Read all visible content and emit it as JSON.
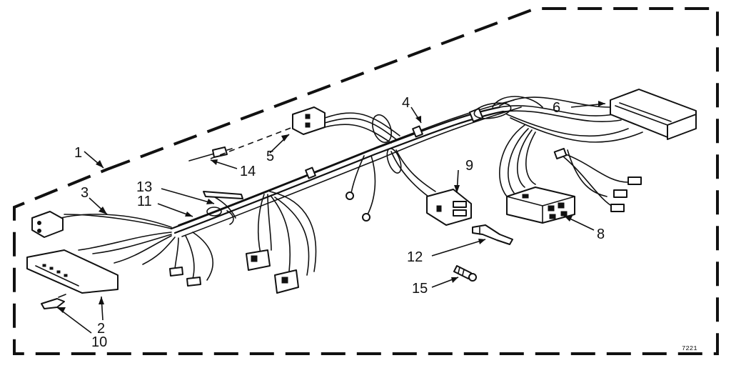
{
  "callouts": {
    "c1": "1",
    "c2": "2",
    "c3": "3",
    "c4": "4",
    "c5": "5",
    "c6": "6",
    "c8": "8",
    "c9": "9",
    "c10": "10",
    "c11": "11",
    "c12": "12",
    "c13": "13",
    "c14": "14",
    "c15": "15"
  },
  "figure_code": "7221",
  "line_color": "#111111",
  "background_color": "#ffffff"
}
